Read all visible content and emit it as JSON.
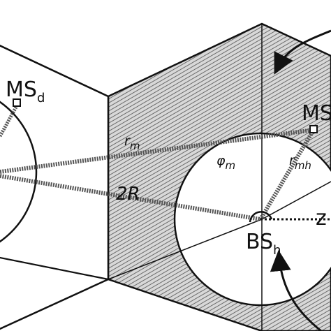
{
  "labels": {
    "ms_d": {
      "main": "MS",
      "sub": "d"
    },
    "ms_m": {
      "main": "MS",
      "sub": ""
    },
    "bs_h": {
      "main": "BS",
      "sub": "h"
    },
    "r_m": {
      "main": "r",
      "sub": "m"
    },
    "r_mh": {
      "main": "r",
      "sub": "mh"
    },
    "phi_m": {
      "main": "φ",
      "sub": "m"
    },
    "two_r": "2R",
    "z": "z"
  },
  "colors": {
    "stroke": "#111111",
    "hatch_fill": "#9a9a9a",
    "background": "#ffffff",
    "inner_disk": "#ffffff"
  }
}
